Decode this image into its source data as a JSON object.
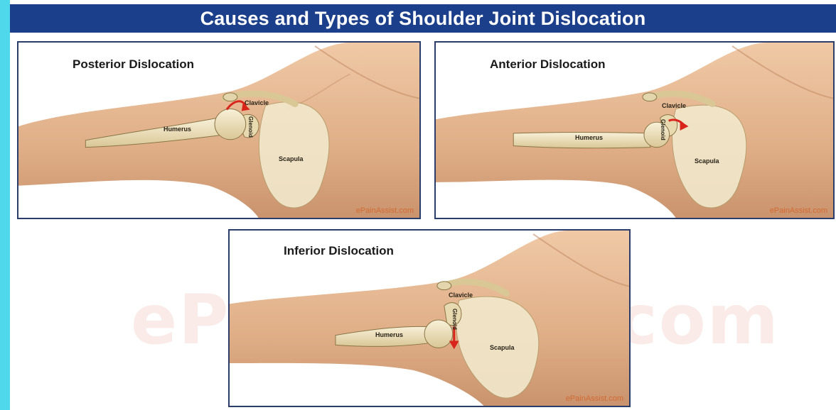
{
  "header": {
    "title": "Causes and Types of Shoulder Joint Dislocation"
  },
  "watermark": {
    "text": "ePainAssist.com"
  },
  "panels": [
    {
      "title": "Posterior Dislocation",
      "labels": {
        "clavicle": "Clavicle",
        "glenoid": "Glenoid",
        "humerus": "Humerus",
        "scapula": "Scapula"
      },
      "credit": "ePainAssist.com"
    },
    {
      "title": "Anterior Dislocation",
      "labels": {
        "clavicle": "Clavicle",
        "glenoid": "Glenoid",
        "humerus": "Humerus",
        "scapula": "Scapula"
      },
      "credit": "ePainAssist.com"
    },
    {
      "title": "Inferior Dislocation",
      "labels": {
        "clavicle": "Clavicle",
        "glenoid": "Glenoid",
        "humerus": "Humerus",
        "scapula": "Scapula"
      },
      "credit": "ePainAssist.com"
    }
  ],
  "colors": {
    "background": "#4fd8ec",
    "title_bar": "#1c3f8c",
    "panel_border": "#2a3d6b",
    "skin": "#e3b48f",
    "bone": "#efe3c0",
    "arrow": "#d9241c",
    "credit": "#d26a33"
  }
}
